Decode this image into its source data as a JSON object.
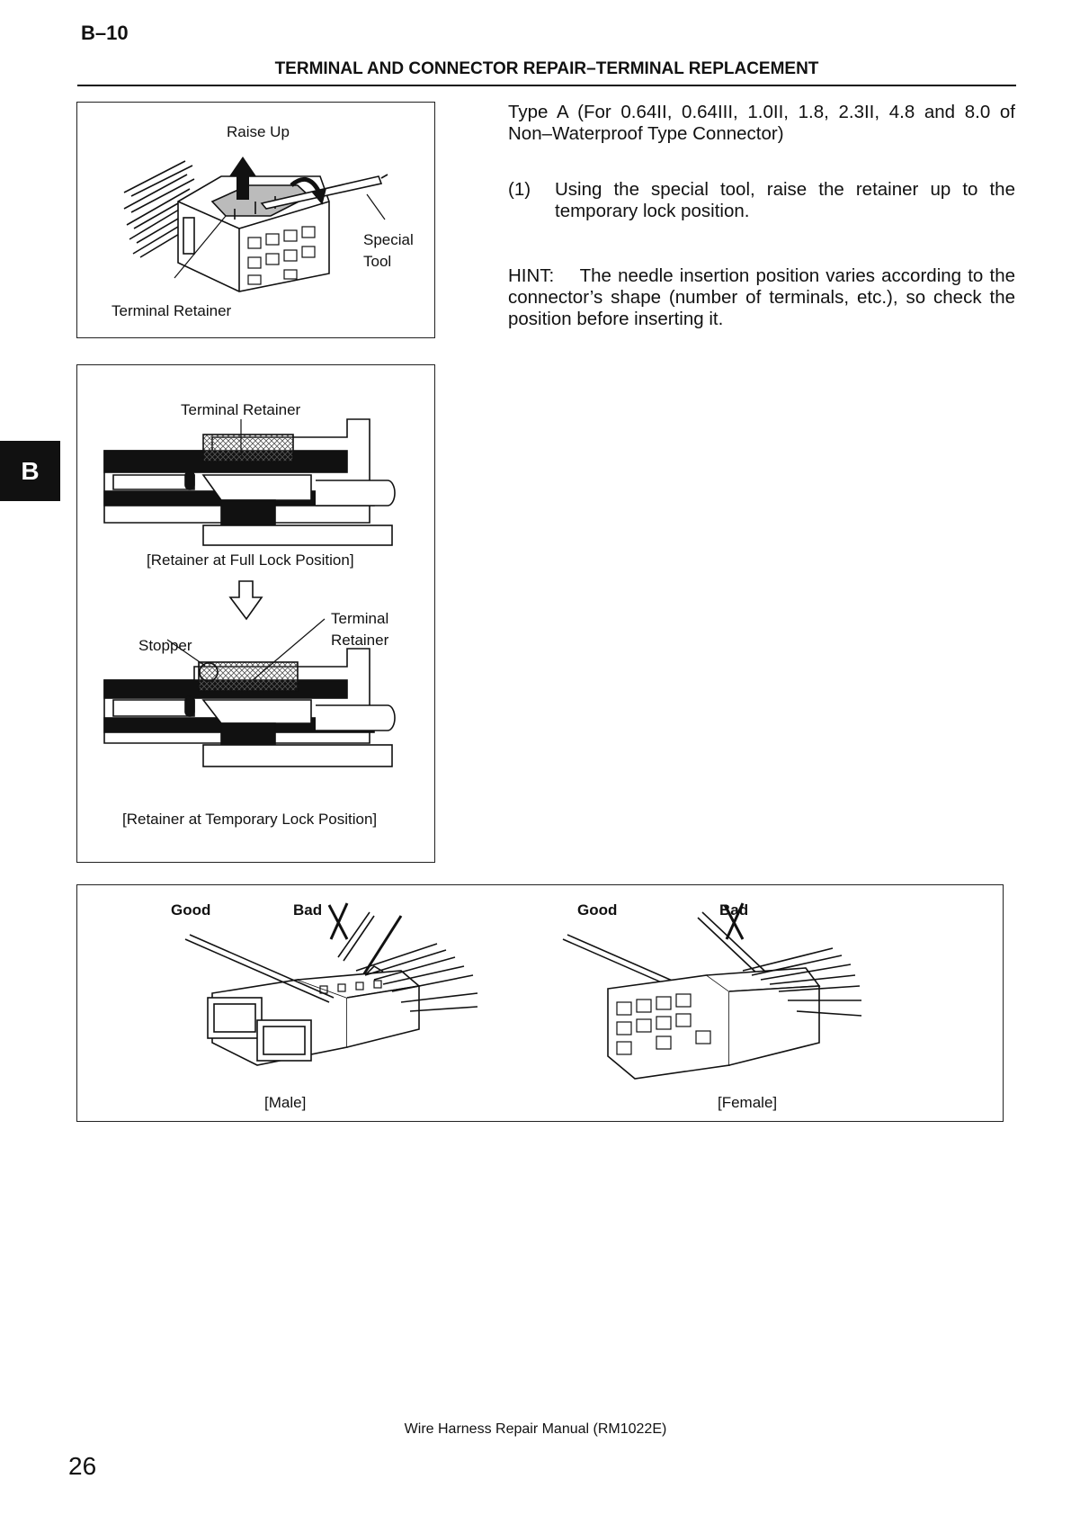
{
  "header": {
    "section_code": "B–10",
    "title": "TERMINAL AND CONNECTOR REPAIR–TERMINAL REPLACEMENT"
  },
  "side_tab": "B",
  "figure1": {
    "raise_up": "Raise Up",
    "special_tool_1": "Special",
    "special_tool_2": "Tool",
    "terminal_retainer": "Terminal Retainer"
  },
  "figure2": {
    "terminal_retainer": "Terminal Retainer",
    "full_lock_caption": "[Retainer at Full Lock Position]",
    "stopper": "Stopper",
    "terminal_retainer_2a": "Terminal",
    "terminal_retainer_2b": "Retainer",
    "temp_lock_caption": "[Retainer at Temporary Lock Position]"
  },
  "figure3": {
    "male": {
      "good": "Good",
      "bad": "Bad",
      "caption": "[Male]"
    },
    "female": {
      "good": "Good",
      "bad": "Bad",
      "caption": "[Female]"
    }
  },
  "body": {
    "type_a": "Type A (For 0.64II, 0.64III, 1.0II, 1.8, 2.3II, 4.8 and 8.0 of Non–Waterproof Type Connector)",
    "step1_num": "(1)",
    "step1_text": "Using the special tool, raise the retainer up to the temporary lock position.",
    "hint": "HINT:    The needle insertion position varies according to the connector’s shape (number of terminals, etc.), so check the position before inserting it."
  },
  "footer": {
    "manual": "Wire Harness Repair Manual (RM1022E)",
    "page_number": "26"
  }
}
